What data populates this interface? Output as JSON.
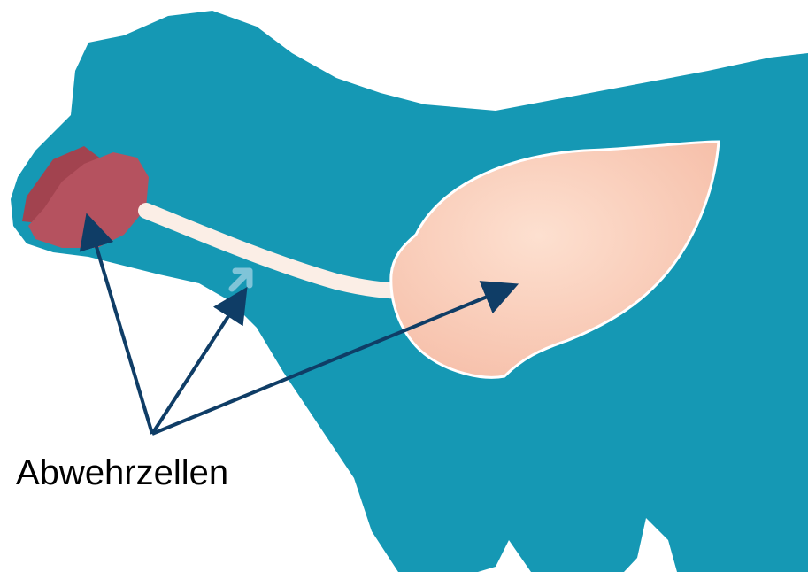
{
  "diagram": {
    "label": "Abwehrzellen",
    "colors": {
      "body": "#1598b4",
      "nose": "#b5525f",
      "nose_dark": "#a2434f",
      "trachea": "#fbeee6",
      "lung": "#f8c8b4",
      "lung_outline": "#ffffff",
      "arrow": "#0f3d66",
      "faint_arrow": "#7fc4d8",
      "label_text": "#000000"
    },
    "parts": [
      "calf-silhouette",
      "nasal-cavity",
      "trachea",
      "lung"
    ],
    "arrows": [
      {
        "from": "label",
        "to": "nasal-cavity"
      },
      {
        "from": "label",
        "to": "trachea"
      },
      {
        "from": "label",
        "to": "lung"
      }
    ]
  }
}
